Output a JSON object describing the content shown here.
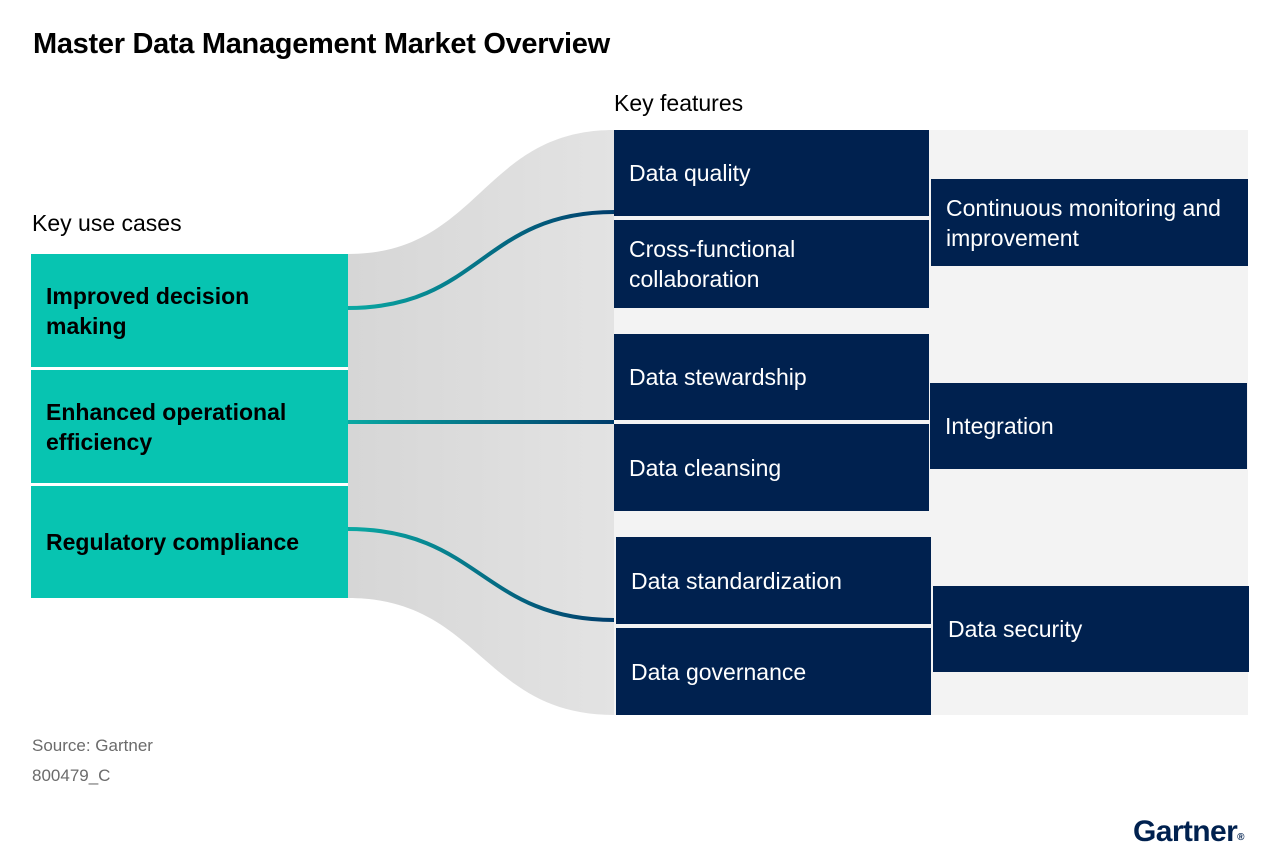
{
  "title": "Master Data Management Market Overview",
  "use_cases_label": "Key use cases",
  "features_label": "Key features",
  "use_cases": [
    {
      "label": "Improved decision making"
    },
    {
      "label": "Enhanced operational efficiency"
    },
    {
      "label": "Regulatory compliance"
    }
  ],
  "feature_groups": [
    {
      "features": [
        "Data quality",
        "Cross-functional collaboration"
      ],
      "outcome": "Continuous monitoring and improvement"
    },
    {
      "features": [
        "Data stewardship",
        "Data cleansing"
      ],
      "outcome": "Integration"
    },
    {
      "features": [
        "Data standardization",
        "Data governance"
      ],
      "outcome": "Data security"
    }
  ],
  "source": "Source: Gartner",
  "code": "800479_C",
  "logo": "Gartner",
  "logo_mark": "®",
  "colors": {
    "use_case_bg": "#07c4b1",
    "feature_bg": "#00214f",
    "connector_start": "#0aa9a3",
    "connector_end": "#003c6b",
    "band": "#f3f3f3"
  }
}
